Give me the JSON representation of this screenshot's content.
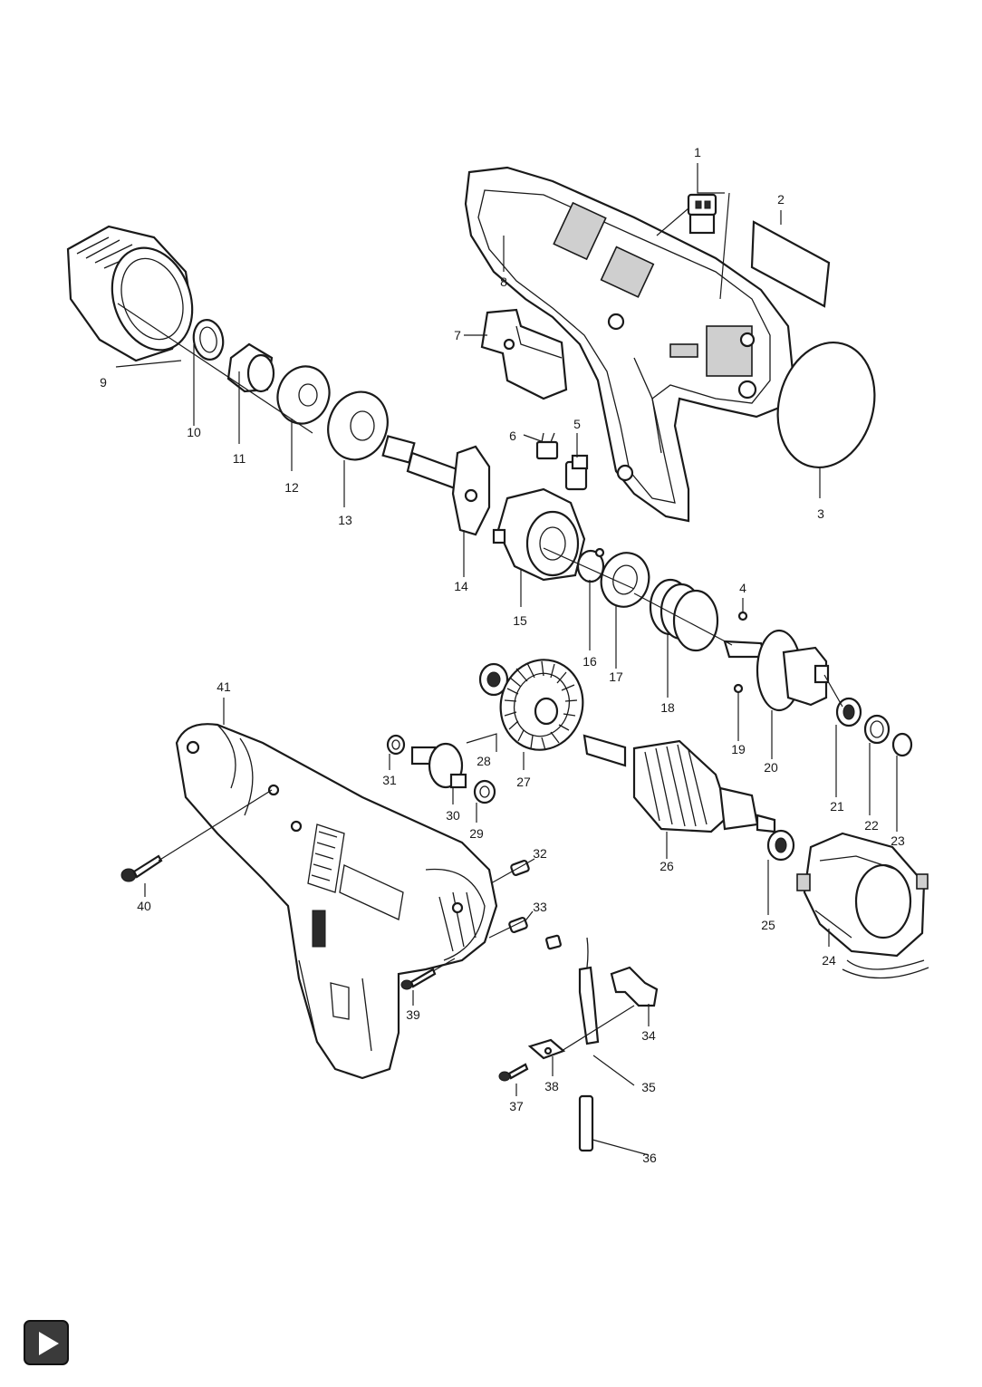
{
  "diagram": {
    "part_labels": [
      "1",
      "2",
      "3",
      "4",
      "5",
      "6",
      "7",
      "8",
      "9",
      "10",
      "11",
      "12",
      "13",
      "14",
      "15",
      "16",
      "17",
      "18",
      "19",
      "20",
      "21",
      "22",
      "23",
      "24",
      "25",
      "26",
      "27",
      "28",
      "29",
      "30",
      "31",
      "32",
      "33",
      "34",
      "35",
      "36",
      "37",
      "38",
      "39",
      "40",
      "41"
    ]
  },
  "controls": {
    "play_icon": "play-icon"
  }
}
